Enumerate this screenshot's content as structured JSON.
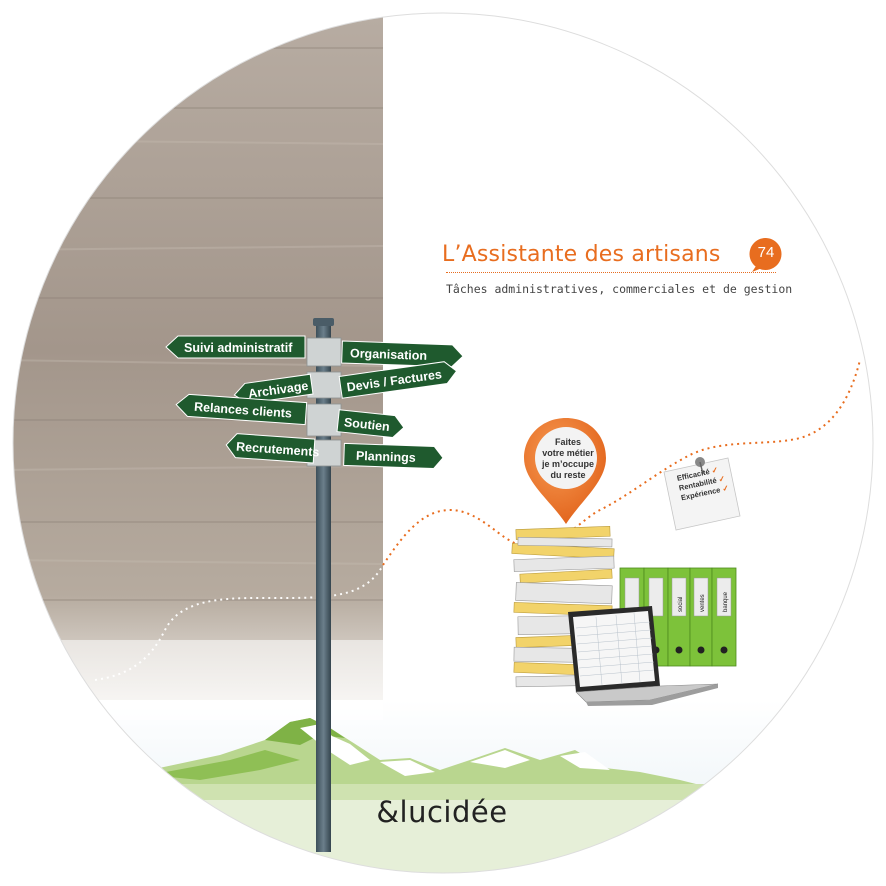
{
  "brand": {
    "title": "L’Assistante des artisans",
    "badge": "74",
    "subtitle": "Tâches administratives, commerciales et de gestion"
  },
  "signpost": {
    "left_signs": [
      "Suivi administratif",
      "Archivage",
      "Relances clients",
      "Recrutements"
    ],
    "right_signs": [
      "Organisation",
      "Devis / Factures",
      "Soutien",
      "Plannings"
    ]
  },
  "pin": {
    "lines": [
      "Faites",
      "votre métier",
      "je m’occupe",
      "du reste"
    ]
  },
  "note": {
    "items": [
      "Efficacité",
      "Rentabilité",
      "Expérience"
    ]
  },
  "binders": {
    "labels": [
      "social",
      "ventes",
      "banque"
    ]
  },
  "logo": {
    "text": "&lucidée"
  },
  "colors": {
    "accent": "#e86d1f",
    "sign_green": "#1f5a2e",
    "binder_green": "#7dc23a",
    "wood": "#a69a8f"
  }
}
